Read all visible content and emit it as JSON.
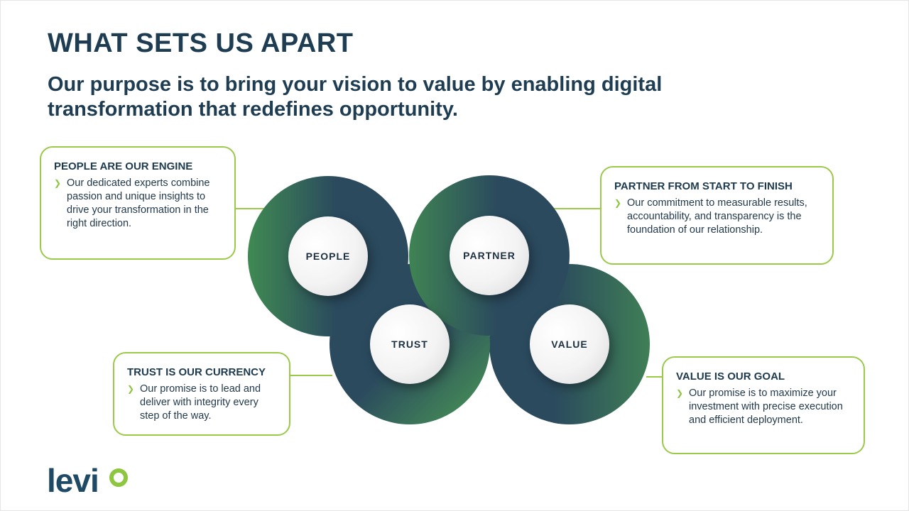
{
  "title": "WHAT SETS US APART",
  "subtitle": "Our purpose is to bring your vision to value by enabling digital transformation that redefines opportunity.",
  "colors": {
    "accent": "#8dc63f",
    "navy": "#2a4a5e",
    "green": "#3f8a52"
  },
  "pillars": [
    {
      "label": "PEOPLE",
      "heading": "PEOPLE ARE OUR ENGINE",
      "text": "Our dedicated experts combine passion and unique insights to drive your transformation in the right direction."
    },
    {
      "label": "PARTNER",
      "heading": "PARTNER FROM START TO FINISH",
      "text": "Our commitment to measurable results, accountability, and transparency is the foundation of our relationship."
    },
    {
      "label": "TRUST",
      "heading": "TRUST IS OUR CURRENCY",
      "text": "Our promise is to lead and deliver with integrity every step of the way."
    },
    {
      "label": "VALUE",
      "heading": "VALUE IS OUR GOAL",
      "text": "Our promise is to maximize your investment with precise execution and efficient deployment."
    }
  ],
  "logo": {
    "text": "levi"
  }
}
